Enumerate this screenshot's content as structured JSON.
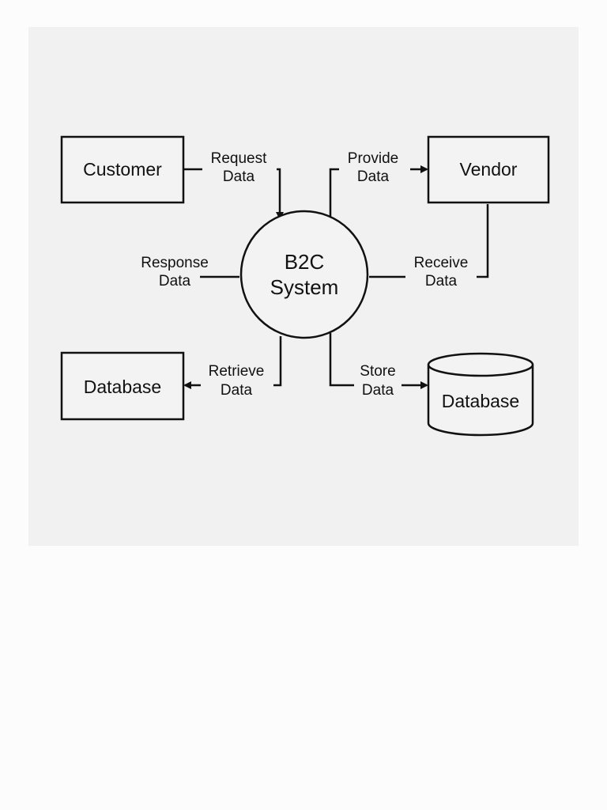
{
  "diagram": {
    "center": {
      "line1": "B2C",
      "line2": "System"
    },
    "entities": {
      "customer": "Customer",
      "vendor": "Vendor",
      "database_left": "Database",
      "database_right": "Database"
    },
    "flows": {
      "request": {
        "line1": "Request",
        "line2": "Data"
      },
      "provide": {
        "line1": "Provide",
        "line2": "Data"
      },
      "response": {
        "line1": "Response",
        "line2": "Data"
      },
      "receive": {
        "line1": "Receive",
        "line2": "Data"
      },
      "retrieve": {
        "line1": "Retrieve",
        "line2": "Data"
      },
      "store": {
        "line1": "Store",
        "line2": "Data"
      }
    }
  }
}
